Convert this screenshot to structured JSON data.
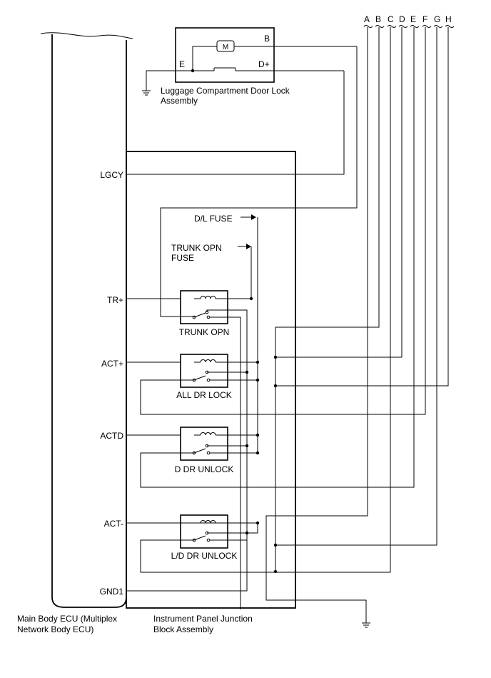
{
  "columns": [
    "A",
    "B",
    "C",
    "D",
    "E",
    "F",
    "G",
    "H"
  ],
  "ecu": {
    "caption_line1": "Main Body ECU (Multiplex",
    "caption_line2": "Network Body ECU)",
    "pins": {
      "lgcy": "LGCY",
      "tr_plus": "TR+",
      "act_plus": "ACT+",
      "actd": "ACTD",
      "act_minus": "ACT-",
      "gnd1": "GND1"
    }
  },
  "lock_assembly": {
    "caption_line1": "Luggage Compartment Door Lock",
    "caption_line2": "Assembly",
    "motor_symbol": "M",
    "terminals": {
      "b": "B",
      "e": "E",
      "d_plus": "D+"
    }
  },
  "junction_block": {
    "caption_line1": "Instrument Panel Junction",
    "caption_line2": "Block Assembly",
    "fuses": {
      "dl": "D/L FUSE",
      "trunk_line1": "TRUNK OPN",
      "trunk_line2": "FUSE"
    },
    "relays": {
      "trunk_opn": "TRUNK OPN",
      "all_dr_lock": "ALL DR LOCK",
      "d_dr_unlock": "D DR UNLOCK",
      "ld_dr_unlock": "L/D DR UNLOCK"
    }
  }
}
